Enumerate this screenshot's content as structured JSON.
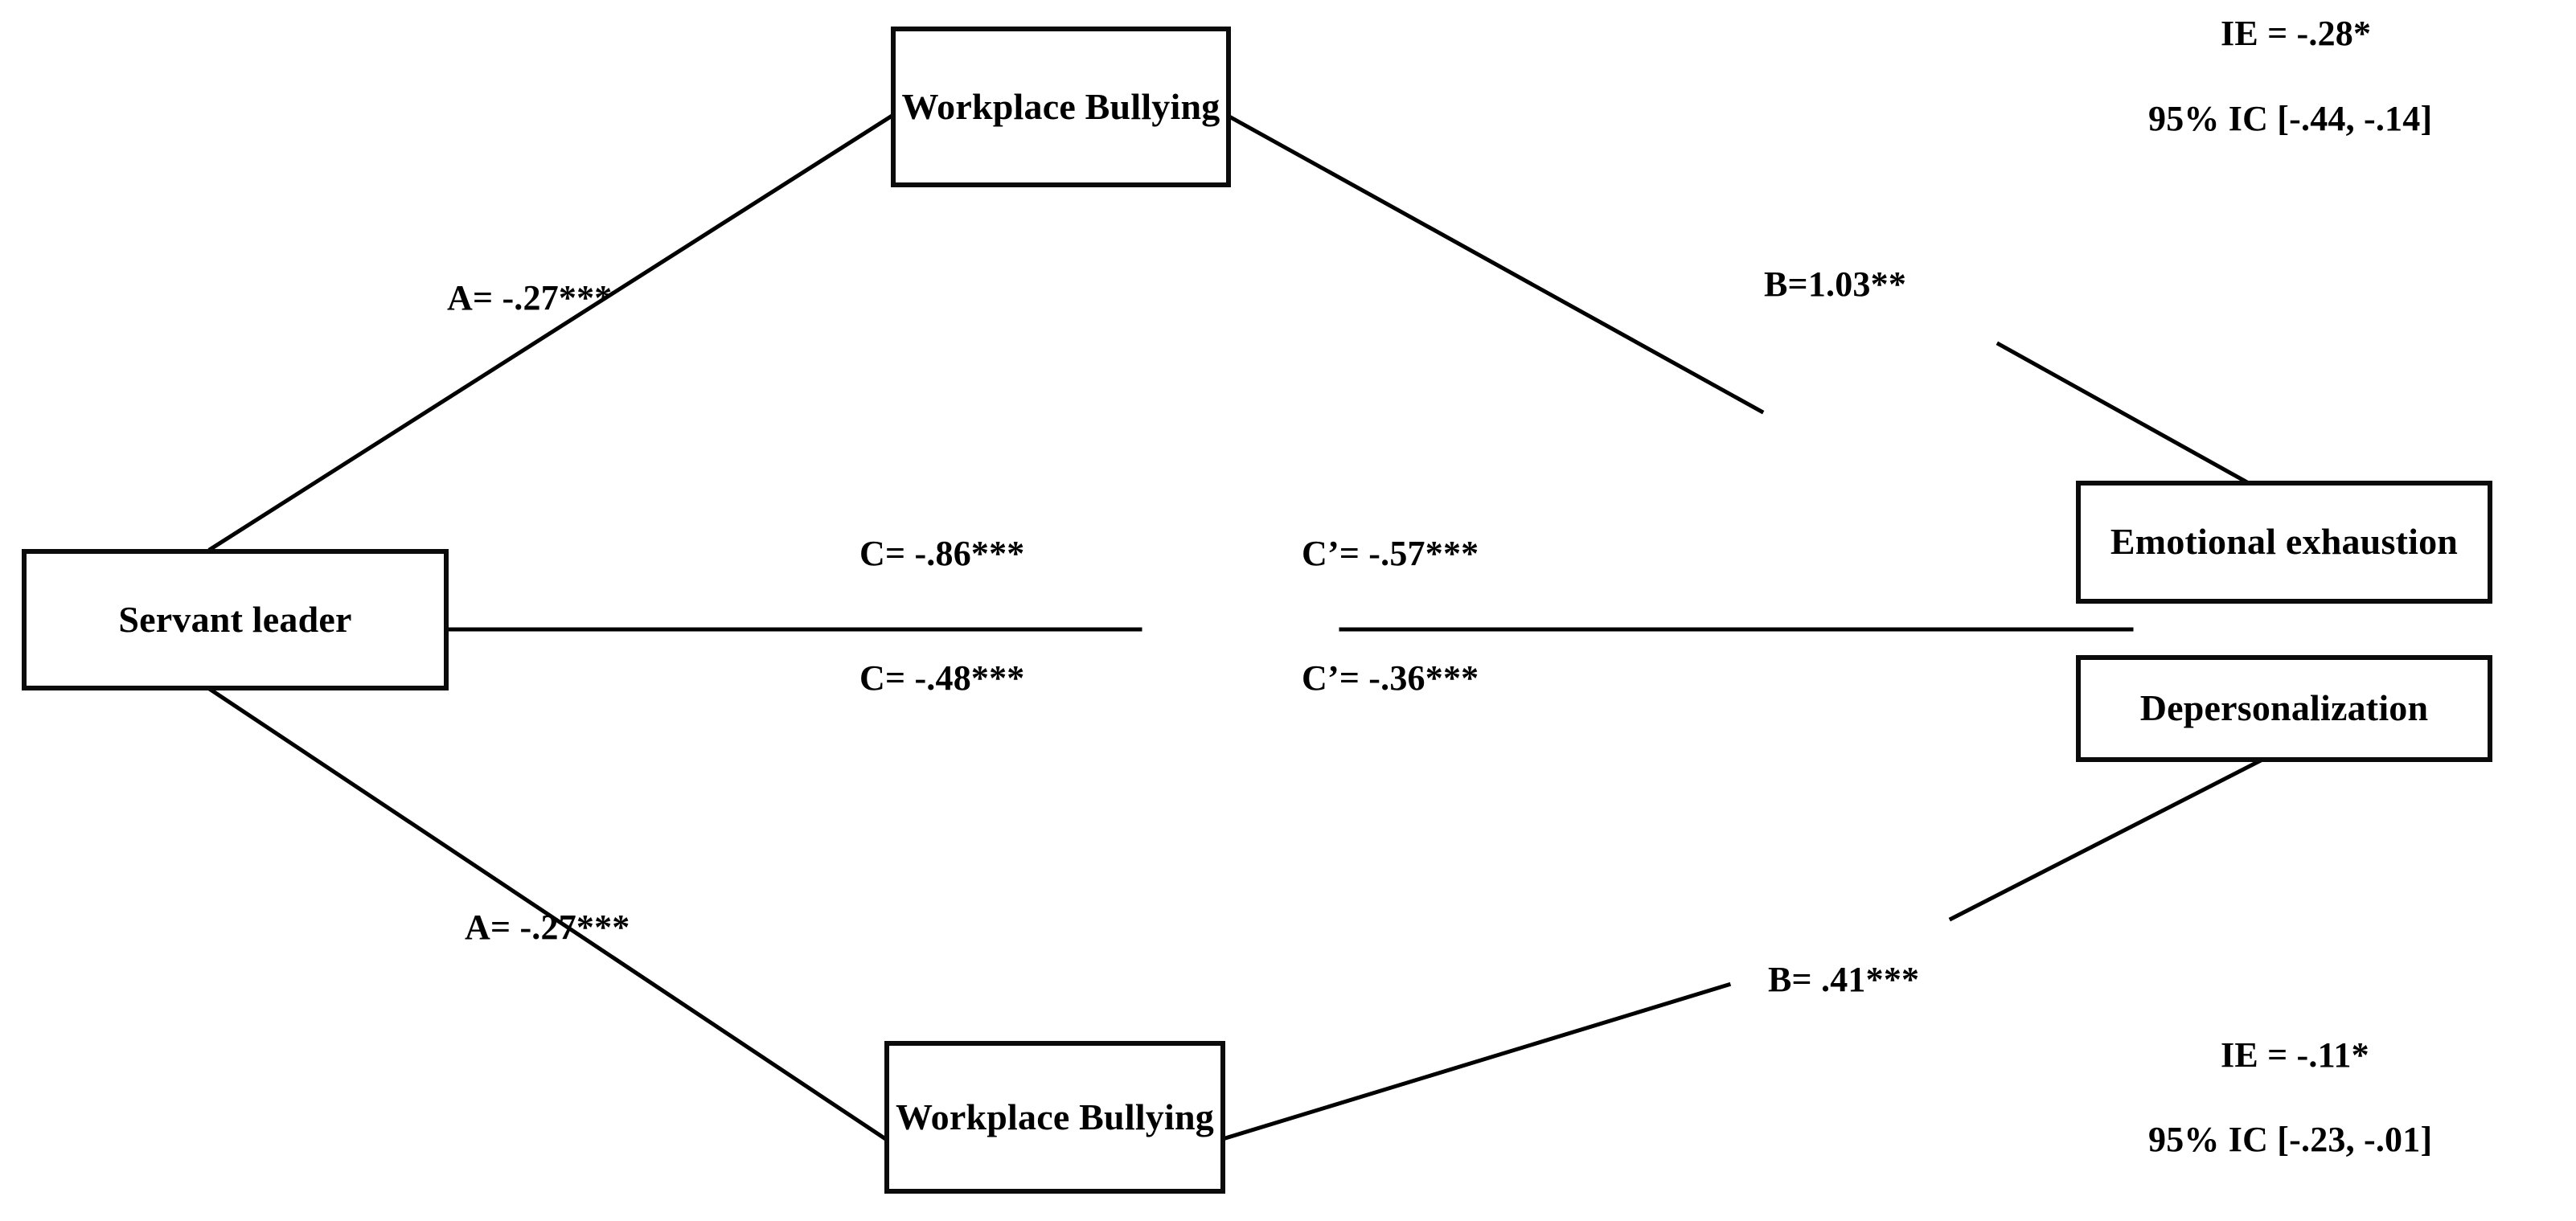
{
  "diagram": {
    "type": "mediation-path-model",
    "background_color": "#ffffff",
    "line_color": "#000000",
    "nodes": {
      "predictor": {
        "label": "Servant leader"
      },
      "mediator_top": {
        "label": "Workplace Bullying"
      },
      "mediator_bottom": {
        "label": "Workplace Bullying"
      },
      "outcome_top": {
        "label": "Emotional exhaustion"
      },
      "outcome_bottom": {
        "label": "Depersonalization"
      }
    },
    "paths": {
      "a_top": {
        "label": "A= -.27***"
      },
      "a_bottom": {
        "label": "A= -.27***"
      },
      "b_top": {
        "label": "B=1.03**"
      },
      "b_bottom": {
        "label": "B= .41***"
      },
      "c_emotional": {
        "label": "C= -.86***"
      },
      "c_prime_emotional": {
        "label": "C’= -.57***"
      },
      "c_depersonalization": {
        "label": "C= -.48***"
      },
      "c_prime_depersonalization": {
        "label": "C’= -.36***"
      }
    },
    "indirect_effects": {
      "top": {
        "estimate": "IE = -.28*",
        "confidence_interval": "95% IC [-.44, -.14]"
      },
      "bottom": {
        "estimate": "IE = -.11*",
        "confidence_interval": "95% IC [-.23, -.01]"
      }
    }
  }
}
